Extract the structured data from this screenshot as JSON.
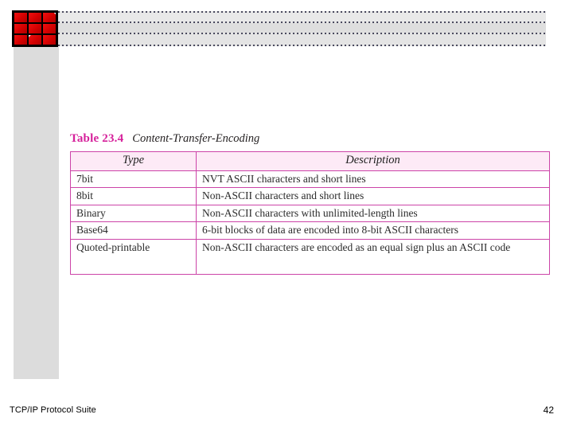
{
  "slide": {
    "logo_icon": "red-grid-logo-icon",
    "header_decoration": "dotted-band-decoration"
  },
  "figure": {
    "caption_label": "Table 23.4",
    "caption_title": "Content-Transfer-Encoding",
    "label_color": "#d6219b",
    "border_color": "#cc44a8",
    "header_bg": "#fdeaf6",
    "table": {
      "type": "table",
      "columns": [
        "Type",
        "Description"
      ],
      "rows": [
        {
          "type": "7bit",
          "description": "NVT ASCII characters and short lines"
        },
        {
          "type": "8bit",
          "description": "Non-ASCII characters and short lines"
        },
        {
          "type": "Binary",
          "description": "Non-ASCII characters with unlimited-length lines"
        },
        {
          "type": "Base64",
          "description": "6-bit blocks of data are encoded into 8-bit ASCII characters"
        },
        {
          "type": "Quoted-printable",
          "description": "Non-ASCII characters are encoded as an equal sign plus an ASCII code"
        }
      ]
    }
  },
  "footer": {
    "title": "TCP/IP Protocol Suite",
    "page_number": "42"
  }
}
